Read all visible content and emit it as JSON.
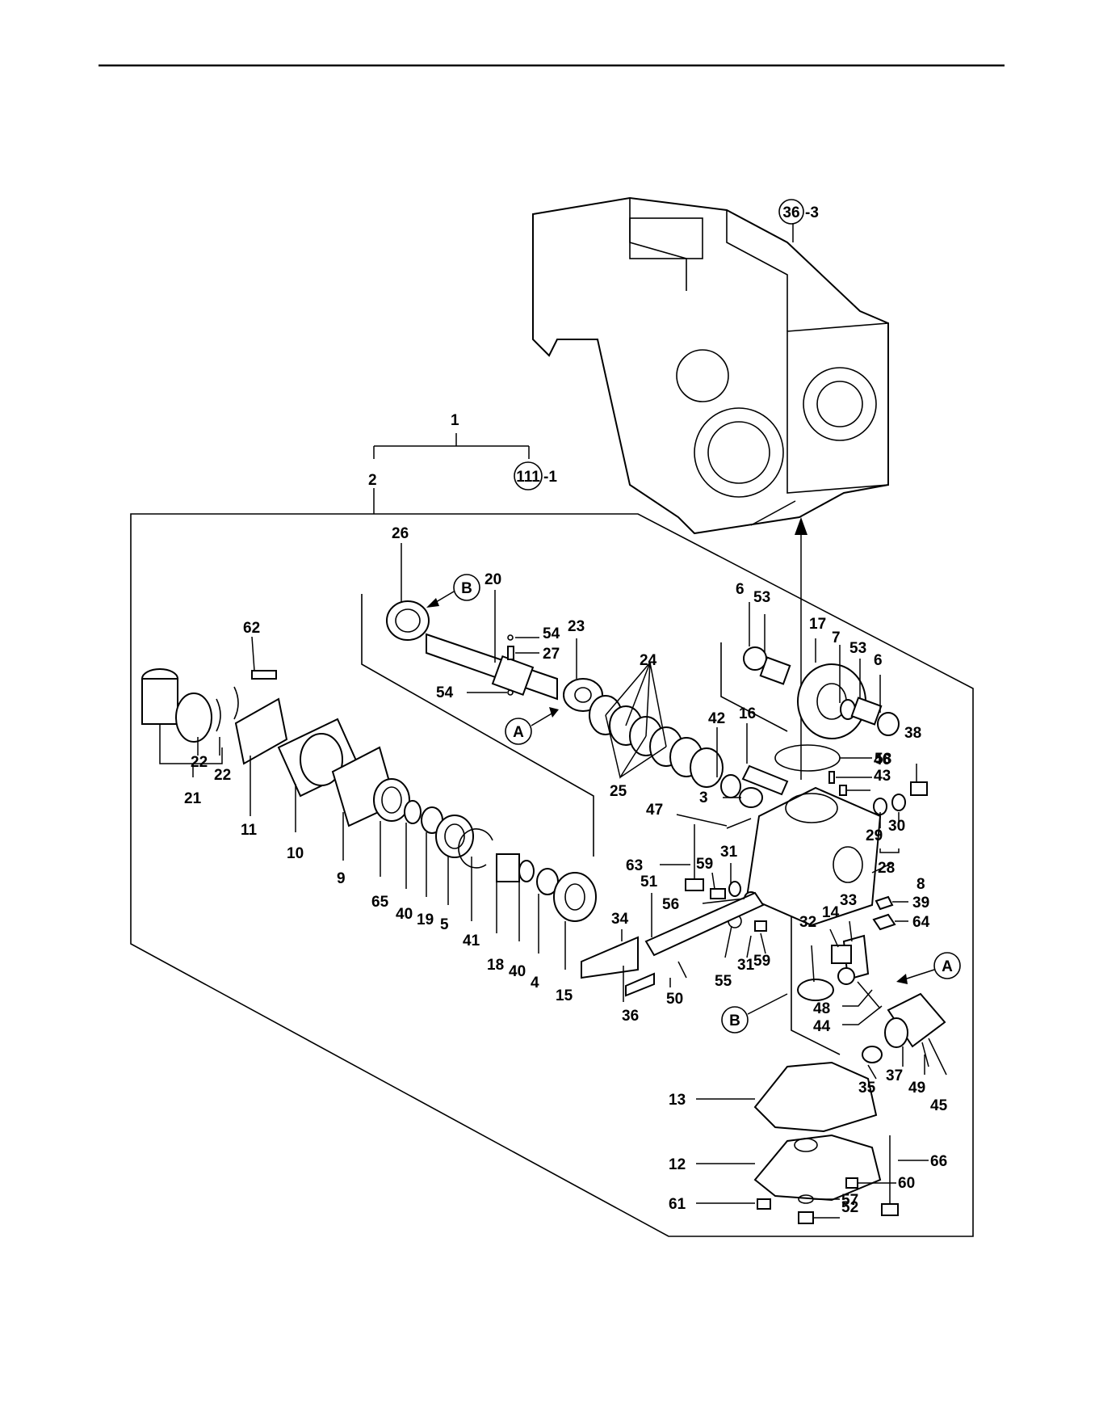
{
  "header": {
    "rule_color": "#000000"
  },
  "assembly": {
    "group_label": "1",
    "subgroup_label": "2",
    "ref_circle": "111",
    "ref_suffix": "-1",
    "case_ref_circle": "36",
    "case_ref_suffix": "-3"
  },
  "section_markers": {
    "a": "A",
    "b": "B"
  },
  "callouts": [
    "3",
    "3",
    "4",
    "5",
    "6",
    "6",
    "7",
    "8",
    "9",
    "10",
    "11",
    "12",
    "13",
    "14",
    "15",
    "16",
    "17",
    "18",
    "19",
    "20",
    "21",
    "22",
    "22",
    "23",
    "24",
    "25",
    "26",
    "27",
    "28",
    "29",
    "30",
    "31",
    "31",
    "32",
    "33",
    "34",
    "35",
    "36",
    "37",
    "38",
    "39",
    "40",
    "40",
    "41",
    "42",
    "43",
    "44",
    "45",
    "46",
    "47",
    "48",
    "49",
    "50",
    "51",
    "52",
    "53",
    "53",
    "54",
    "54",
    "55",
    "56",
    "57",
    "58",
    "59",
    "59",
    "60",
    "61",
    "62",
    "63",
    "64",
    "65",
    "66"
  ]
}
